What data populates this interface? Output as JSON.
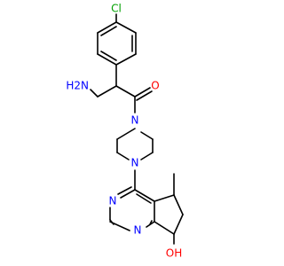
{
  "molecule": {
    "atoms": {
      "chlorine": "Cl",
      "amine": "H2N",
      "carbonyl_oxygen": "O",
      "piperazine_n_top": "N",
      "piperazine_n_bottom": "N",
      "pyrimidine_n_left": "N",
      "pyrimidine_n_bottom": "N",
      "hydroxyl": "OH"
    },
    "colors": {
      "bond": "#000000",
      "chlorine": "#00a000",
      "nitrogen": "#0000ff",
      "oxygen": "#ff0000"
    }
  }
}
